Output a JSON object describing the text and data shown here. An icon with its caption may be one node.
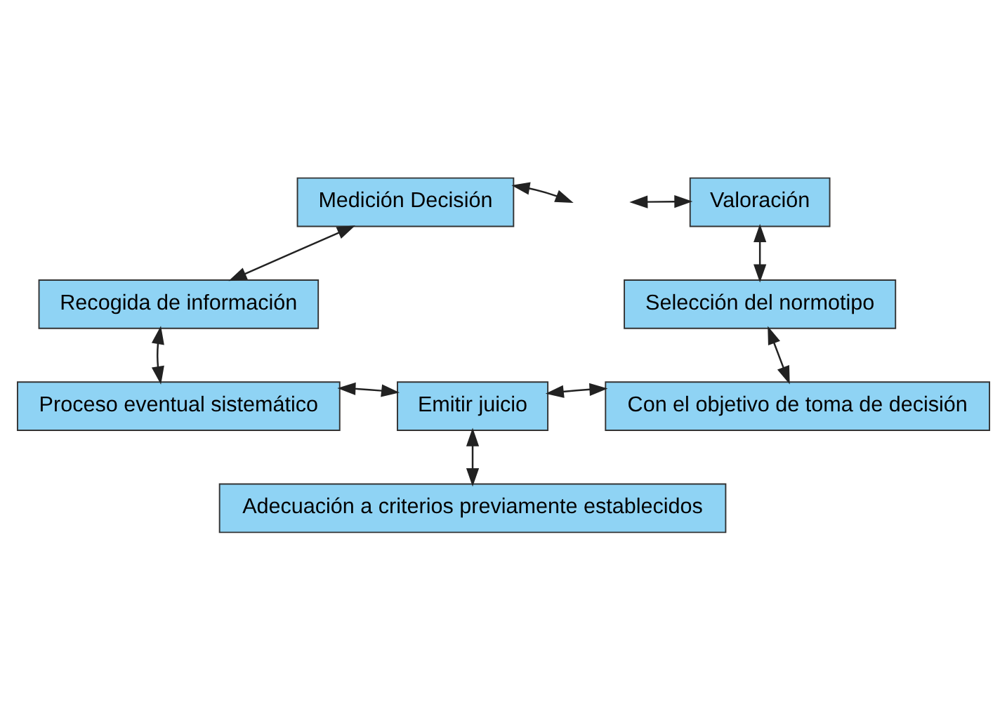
{
  "diagram": {
    "nodes": [
      {
        "text": [
          "Medición Decisión"
        ]
      },
      {
        "text": [
          "Valoración"
        ]
      },
      {
        "text": [
          "Recogida de información"
        ]
      },
      {
        "text": [
          "Selección del normotipo"
        ]
      },
      {
        "text": [
          "Proceso eventual sistemático"
        ]
      },
      {
        "text": [
          "Emitir juicio"
        ]
      },
      {
        "text": [
          "Con el objetivo de toma de decisión"
        ]
      },
      {
        "text": [
          "Adecuación a criterios previamente establecidos"
        ]
      }
    ],
    "edges": [
      {
        "from": 0,
        "to": null,
        "arrow": "both"
      },
      {
        "from": null,
        "to": 1,
        "arrow": "both"
      },
      {
        "from": 0,
        "to": 2,
        "arrow": "both"
      },
      {
        "from": 1,
        "to": 3,
        "arrow": "both"
      },
      {
        "from": 2,
        "to": 4,
        "arrow": "both"
      },
      {
        "from": 3,
        "to": 6,
        "arrow": "both"
      },
      {
        "from": 4,
        "to": 5,
        "arrow": "both"
      },
      {
        "from": 5,
        "to": 6,
        "arrow": "both"
      },
      {
        "from": 5,
        "to": 7,
        "arrow": "both"
      }
    ]
  }
}
